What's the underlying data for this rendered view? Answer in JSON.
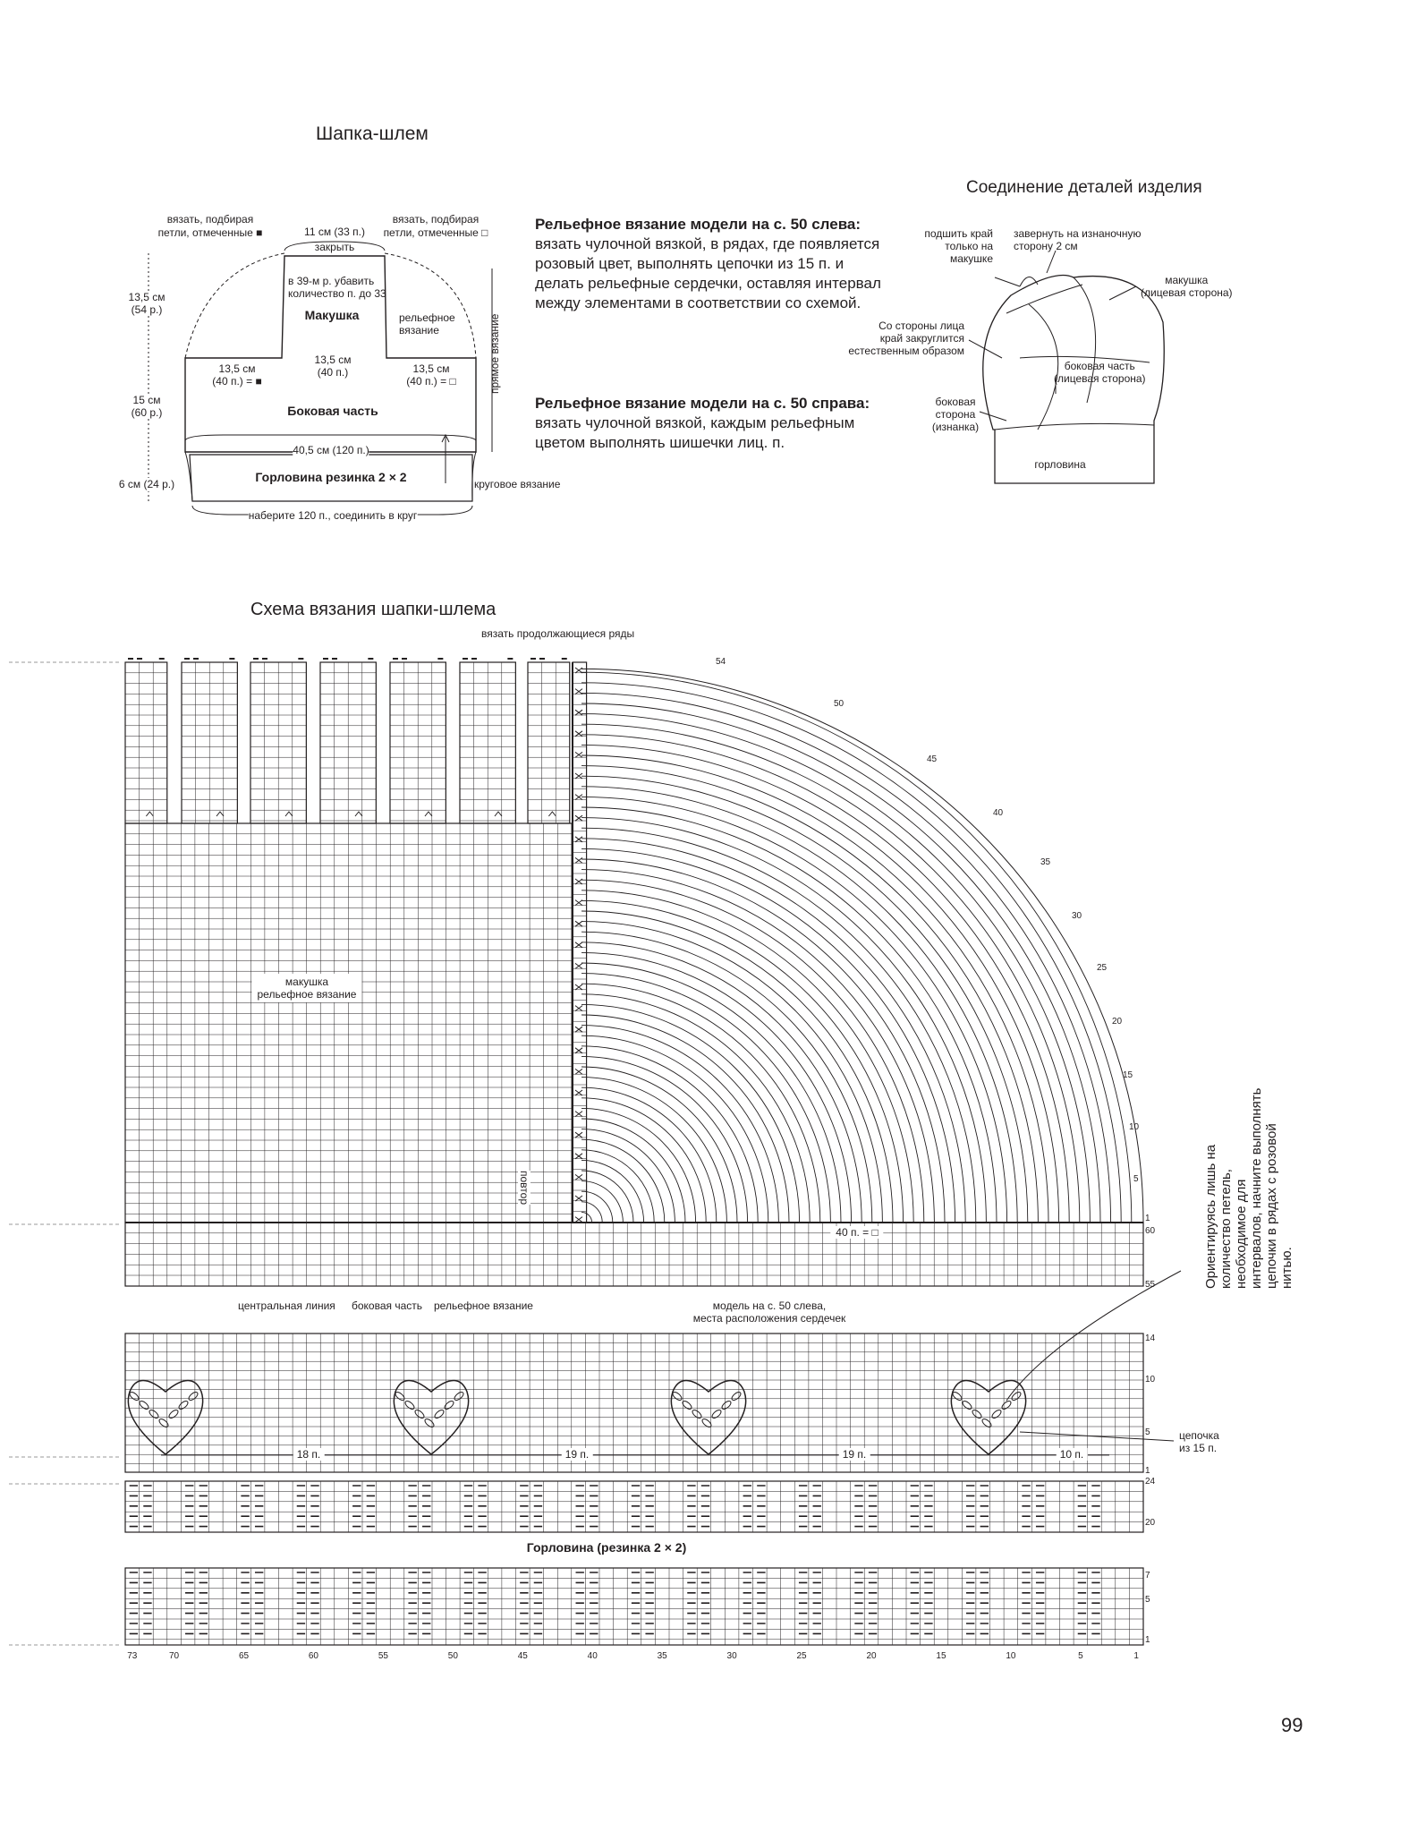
{
  "hat_title": "Шапка-шлем",
  "assembly_title": "Соединение деталей изделия",
  "scheme_title": "Схема вязания шапки-шлема",
  "page_number": "99",
  "pattern": {
    "left_mark_note": "вязать, подбирая\nпетли, отмеченные ■",
    "right_mark_note": "вязать, подбирая\nпетли, отмеченные □",
    "top_width": "11 см (33 п.)",
    "close": "закрыть",
    "decrease_note": "в 39-м р. убавить\nколичество п. до 33",
    "crown": "Макушка",
    "relief": "рельефное\nвязание",
    "straight": "прямое вязание",
    "h_crown": "13,5 см\n(54 р.)",
    "h_side": "15 см\n(60 р.)",
    "h_neck": "6 см (24 р.)",
    "seg_left": "13,5 см\n(40 п.) = ■",
    "seg_mid": "13,5 см\n(40 п.)",
    "seg_right": "13,5 см\n(40 п.) = □",
    "side": "Боковая часть",
    "full_width": "40,5 см (120 п.)",
    "neck": "Горловина резинка 2 × 2",
    "circular": "круговое вязание",
    "cast_on": "наберите 120 п., соединить в круг"
  },
  "descriptions": [
    {
      "heading": "Рельефное вязание модели на с. 50 слева:",
      "text": "вязать чулочной вязкой, в рядах, где появляется розовый цвет, выполнять цепочки из 15 п. и делать рельефные сердечки, оставляя интервал между элементами в соответствии со схемой."
    },
    {
      "heading": "Рельефное вязание модели на с. 50 справа:",
      "text": "вязать чулочной вязкой, каждым рельефным цветом выполнять шишечки лиц. п."
    }
  ],
  "assembly": {
    "sew_edge": "подшить край\nтолько на\nмакушке",
    "fold": "завернуть на изнаночную\nсторону 2 см",
    "crown_face": "макушка\n(лицевая сторона)",
    "edge_curl": "Со стороны лица\nкрай закруглится\nестественным образом",
    "side_face": "боковая часть\n(лицевая сторона)",
    "side_wrong": "боковая\nсторона\n(изнанка)",
    "neck": "горловина"
  },
  "chart": {
    "continue_rows": "вязать продолжающиеся ряды",
    "crown_label": "макушка\nрельефное вязание",
    "repeat": "повтор",
    "forty": "40 п. = □",
    "arc_labels": [
      "54",
      "50",
      "45",
      "40",
      "35",
      "30",
      "25",
      "20",
      "15",
      "10",
      "5",
      "1"
    ],
    "right_rows_top": [
      "60",
      "55"
    ],
    "side_note": "Ориентируясь лишь на количество петель, необходимое для\nинтервалов, начните выполнять цепочки в рядах с розовой нитью.",
    "central_line": "центральная линия",
    "side_part": "боковая часть",
    "relief": "рельефное вязание",
    "model_note": "модель на с. 50 слева,\nместа расположения сердечек",
    "heart_rows": [
      "14",
      "10",
      "5",
      "1"
    ],
    "chain": "цепочка\nиз 15 п.",
    "gaps": [
      "18 п.",
      "19 п.",
      "19 п.",
      "10 п."
    ],
    "rib_rows": [
      "24",
      "20"
    ],
    "neck_title": "Горловина (резинка 2 × 2)",
    "neck_rows": [
      "7",
      "5",
      "1"
    ],
    "x_ticks": [
      "73",
      "70",
      "65",
      "60",
      "55",
      "50",
      "45",
      "40",
      "35",
      "30",
      "25",
      "20",
      "15",
      "10",
      "5",
      "1"
    ]
  }
}
